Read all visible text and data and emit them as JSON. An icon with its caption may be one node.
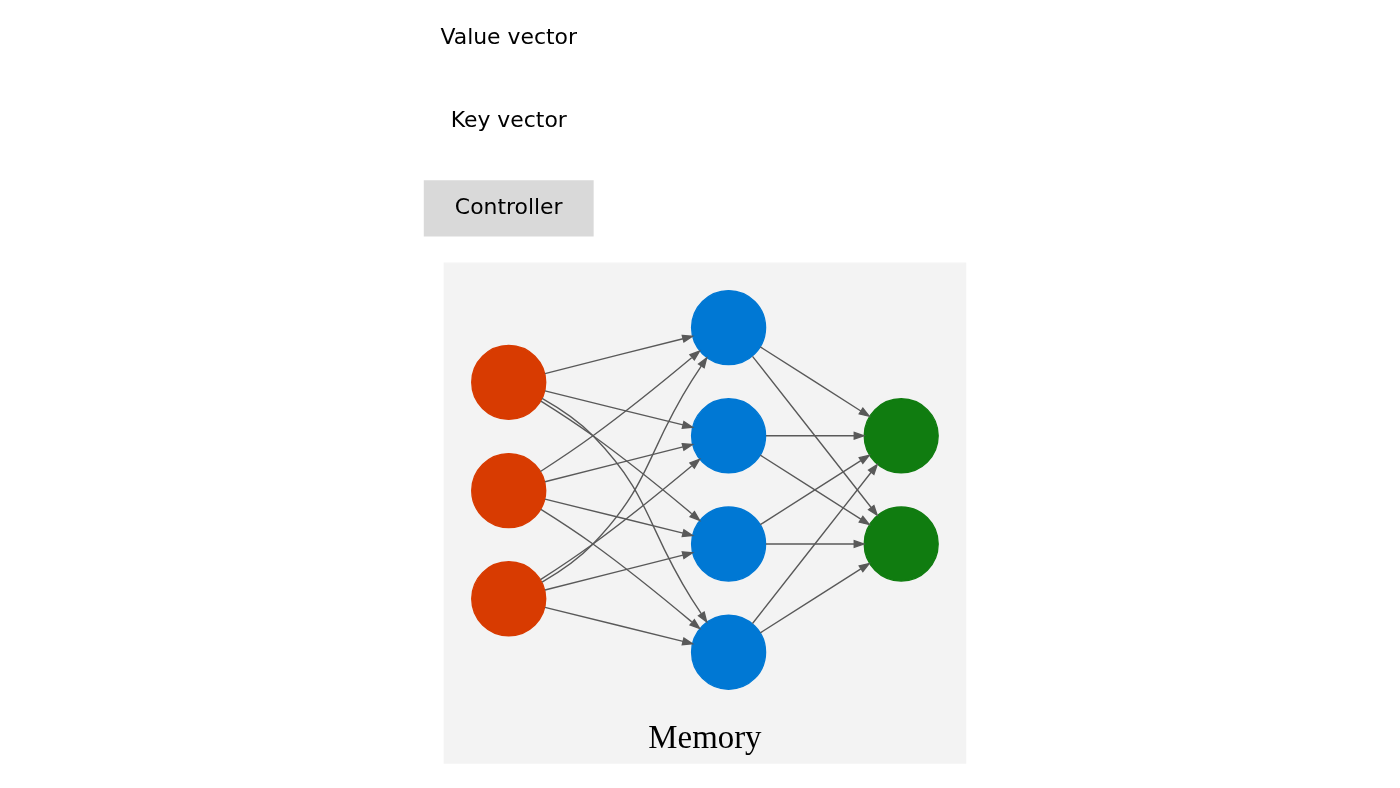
{
  "diagram": {
    "nodes": [
      {
        "text": [
          "Memory"
        ]
      },
      {
        "text": [],
        "shape": "circle",
        "in": 0
      },
      {
        "text": [],
        "shape": "circle",
        "in": 0
      },
      {
        "text": [],
        "shape": "circle",
        "in": 0
      },
      {
        "text": [],
        "shape": "circle",
        "in": 0
      },
      {
        "text": [],
        "shape": "circle",
        "in": 0
      },
      {
        "text": [],
        "shape": "circle",
        "in": 0
      },
      {
        "text": [],
        "shape": "circle",
        "in": 0
      },
      {
        "text": [],
        "shape": "circle",
        "in": 0
      },
      {
        "text": [],
        "shape": "circle",
        "in": 0
      },
      {
        "text": [
          "Controller"
        ]
      }
    ],
    "edges": [
      {
        "from": 1,
        "to": 4,
        "arrow": "to"
      },
      {
        "from": 1,
        "to": 5,
        "arrow": "to"
      },
      {
        "from": 1,
        "to": 6,
        "arrow": "to"
      },
      {
        "from": 1,
        "to": 7,
        "arrow": "to"
      },
      {
        "from": 2,
        "to": 4,
        "arrow": "to"
      },
      {
        "from": 2,
        "to": 5,
        "arrow": "to"
      },
      {
        "from": 2,
        "to": 6,
        "arrow": "to"
      },
      {
        "from": 2,
        "to": 7,
        "arrow": "to"
      },
      {
        "from": 3,
        "to": 4,
        "arrow": "to"
      },
      {
        "from": 3,
        "to": 5,
        "arrow": "to"
      },
      {
        "from": 3,
        "to": 6,
        "arrow": "to"
      },
      {
        "from": 3,
        "to": 7,
        "arrow": "to"
      },
      {
        "from": 4,
        "to": 8,
        "arrow": "to"
      },
      {
        "from": 4,
        "to": 9,
        "arrow": "to"
      },
      {
        "from": 5,
        "to": 8,
        "arrow": "to"
      },
      {
        "from": 5,
        "to": 9,
        "arrow": "to"
      },
      {
        "from": 6,
        "to": 8,
        "arrow": "to"
      },
      {
        "from": 6,
        "to": 9,
        "arrow": "to"
      },
      {
        "from": 7,
        "to": 8,
        "arrow": "to"
      },
      {
        "from": 7,
        "to": 9,
        "arrow": "to"
      }
    ],
    "labels": [
      "Key vector",
      "Value vector"
    ]
  }
}
